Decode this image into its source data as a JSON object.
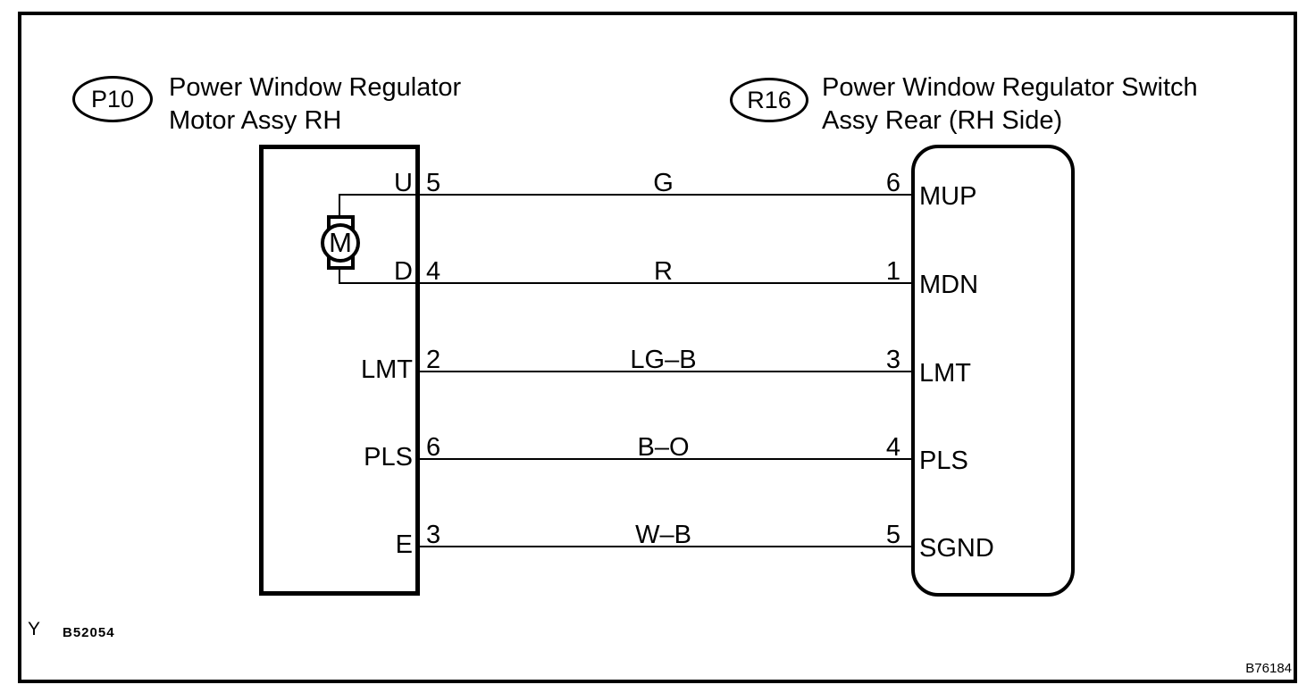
{
  "diagram": {
    "left_connector": {
      "code": "P10",
      "title_line1": "Power Window Regulator",
      "title_line2": "Motor Assy RH"
    },
    "right_connector": {
      "code": "R16",
      "title_line1": "Power Window Regulator Switch",
      "title_line2": "Assy Rear (RH Side)"
    },
    "motor_symbol": "M",
    "rows": [
      {
        "left_label": "U",
        "left_pin": "5",
        "wire_color": "G",
        "right_pin": "6",
        "right_label": "MUP"
      },
      {
        "left_label": "D",
        "left_pin": "4",
        "wire_color": "R",
        "right_pin": "1",
        "right_label": "MDN"
      },
      {
        "left_label": "LMT",
        "left_pin": "2",
        "wire_color": "LG–B",
        "right_pin": "3",
        "right_label": "LMT"
      },
      {
        "left_label": "PLS",
        "left_pin": "6",
        "wire_color": "B–O",
        "right_pin": "4",
        "right_label": "PLS"
      },
      {
        "left_label": "E",
        "left_pin": "3",
        "wire_color": "W–B",
        "right_pin": "5",
        "right_label": "SGND"
      }
    ],
    "footer": {
      "left_mark": "Y",
      "left_code": "B52054",
      "right_code": "B76184"
    },
    "colors": {
      "line": "#000000",
      "background": "#ffffff"
    }
  }
}
